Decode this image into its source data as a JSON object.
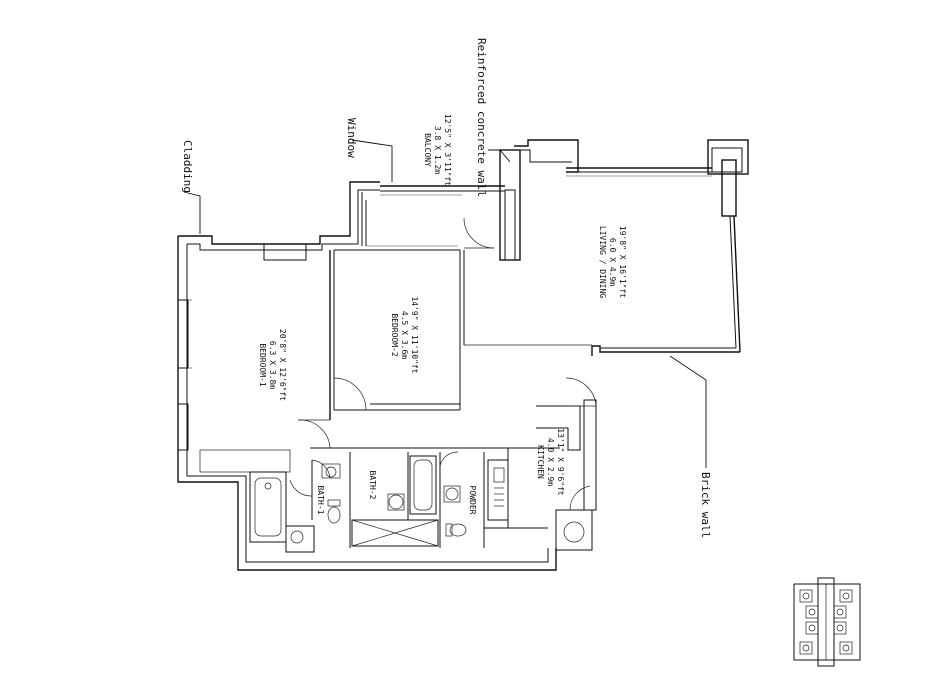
{
  "rooms": {
    "living_dining": {
      "name": "LIVING / DINING",
      "metric": "6.0 X 4.9m",
      "imperial": "19'8\" X 16'1\"ft"
    },
    "balcony": {
      "name": "BALCONY",
      "metric": "3.8 X 1.2m",
      "imperial": "12'5\" X 3'11\"ft"
    },
    "bedroom_2": {
      "name": "BEDROOM-2",
      "metric": "4.5 X 3.6m",
      "imperial": "14'9\" X 11'10\"ft"
    },
    "bedroom_1": {
      "name": "BEDROOM-1",
      "metric": "6.3 X 3.8m",
      "imperial": "20'8\" X 12'6\"ft"
    },
    "kitchen": {
      "name": "KITCHEN",
      "metric": "4.0 X 2.9m",
      "imperial": "13'1\" X 9'6\"ft"
    },
    "bath_1": {
      "name": "BATH-1"
    },
    "bath_2": {
      "name": "BATH-2"
    },
    "powder": {
      "name": "POWDER"
    }
  },
  "callouts": {
    "reinforced_concrete_wall": "Reinforced concrete wall",
    "window": "Window",
    "cladding": "Cladding",
    "brick_wall": "Brick wall"
  },
  "colors": {
    "line": "#111111",
    "background": "#ffffff"
  }
}
